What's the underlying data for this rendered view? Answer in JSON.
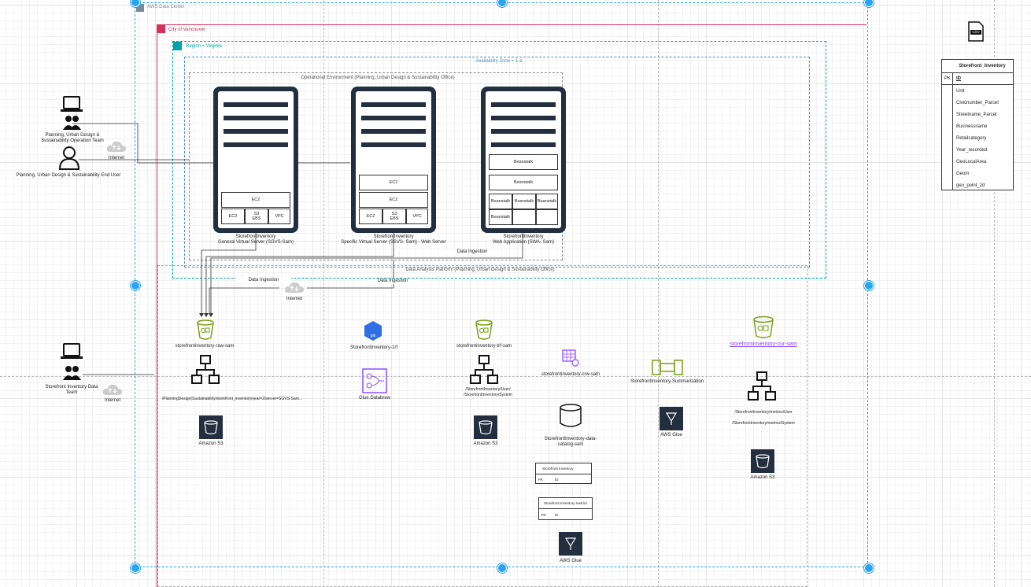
{
  "containers": {
    "aws_data_center": "AWS Data Center",
    "city": "City of Vancouver",
    "region": "Region = Virginia",
    "az": "Availability Zone = 1-a",
    "op_env": "Operational Environment (Planning, Urban Design & Sustainability Office)",
    "data_analysis": "Data Analysis Platform (Planning, Urban Design & Sustainability Office)"
  },
  "users": {
    "ops_team": "Planning, Urban Design & Sustainability Operation Team",
    "end_user": "Planning, Urban Design & Sustainability End User",
    "data_team": "Storefront Inventory Data Team"
  },
  "internet": "Internet",
  "data_ingestion": "Data Ingestion",
  "servers": [
    {
      "title": "StorefrontInventory",
      "subtitle": "General Virtual Server (SGVS-Sam)",
      "top": "EC2",
      "cells": [
        "EC2",
        "S3 EBS",
        "VPC"
      ]
    },
    {
      "title": "StorefrontInventory",
      "subtitle": "Specific Virtual Server (SSVS- Sam) - Web Server",
      "top1": "EC2",
      "top2": "EC2",
      "cells": [
        "EC2",
        "S3 EBS",
        "VPC"
      ]
    },
    {
      "title": "StorefrontInventory",
      "subtitle": "Web Application (SWA- Sam)",
      "beanstalk": "Beanstalk"
    }
  ],
  "analytics": {
    "raw_bucket": "storefrontinventory-raw-sam",
    "raw_path": "/PlanningDesign(Sustainability/storefront_inventory/year=2/server=SGVS-Sam...",
    "amazon_s3": "Amazon S3",
    "job": "StorefrontInventory-1rf",
    "job_badge": "job",
    "databrew": "Glue Databrew",
    "trf_bucket": "storefrontinventory-trf-sam",
    "trf_path1": "/StorefrontInventory/User/",
    "trf_path2": "/StorefrontInventory/System",
    "crawler": "storefrontinventory-crw-sam",
    "catalog": "StorefrontInventory-data-catalog-sam",
    "summarization": "StorefrontInventory-Summarization",
    "aws_glue": "AWS Glue",
    "cur_bucket": "storefrontinventory-cur-sam",
    "cur_path1": "/StorefrontInventory/metrics/User",
    "cur_path2": "/StorefrontInventory/metrics/System",
    "mini_table1": "Storefront Inventory",
    "mini_table2": "Storefront Inventory metrics",
    "mini_pk": "PK",
    "mini_id": "ID"
  },
  "csv_label": "CSV",
  "entity": {
    "title": "Storefront_Inventory",
    "pk": "PK",
    "pk_field": "ID",
    "fields": [
      "Unit",
      "Civicnumber_Parcel",
      "Streetname_Parcel",
      "Businessname",
      "Retailcategory",
      "Year_recorded",
      "GeoLocalArea",
      "Geom",
      "geo_point_2d"
    ]
  },
  "colors": {
    "aws": "#7d8998",
    "city": "#d62f5b",
    "region": "#00a4a6",
    "az": "#4a90c4",
    "s3_green": "#7aa116",
    "glue_purple": "#8c4fff",
    "handle": "#29a3f2",
    "dark": "#232f3e"
  }
}
